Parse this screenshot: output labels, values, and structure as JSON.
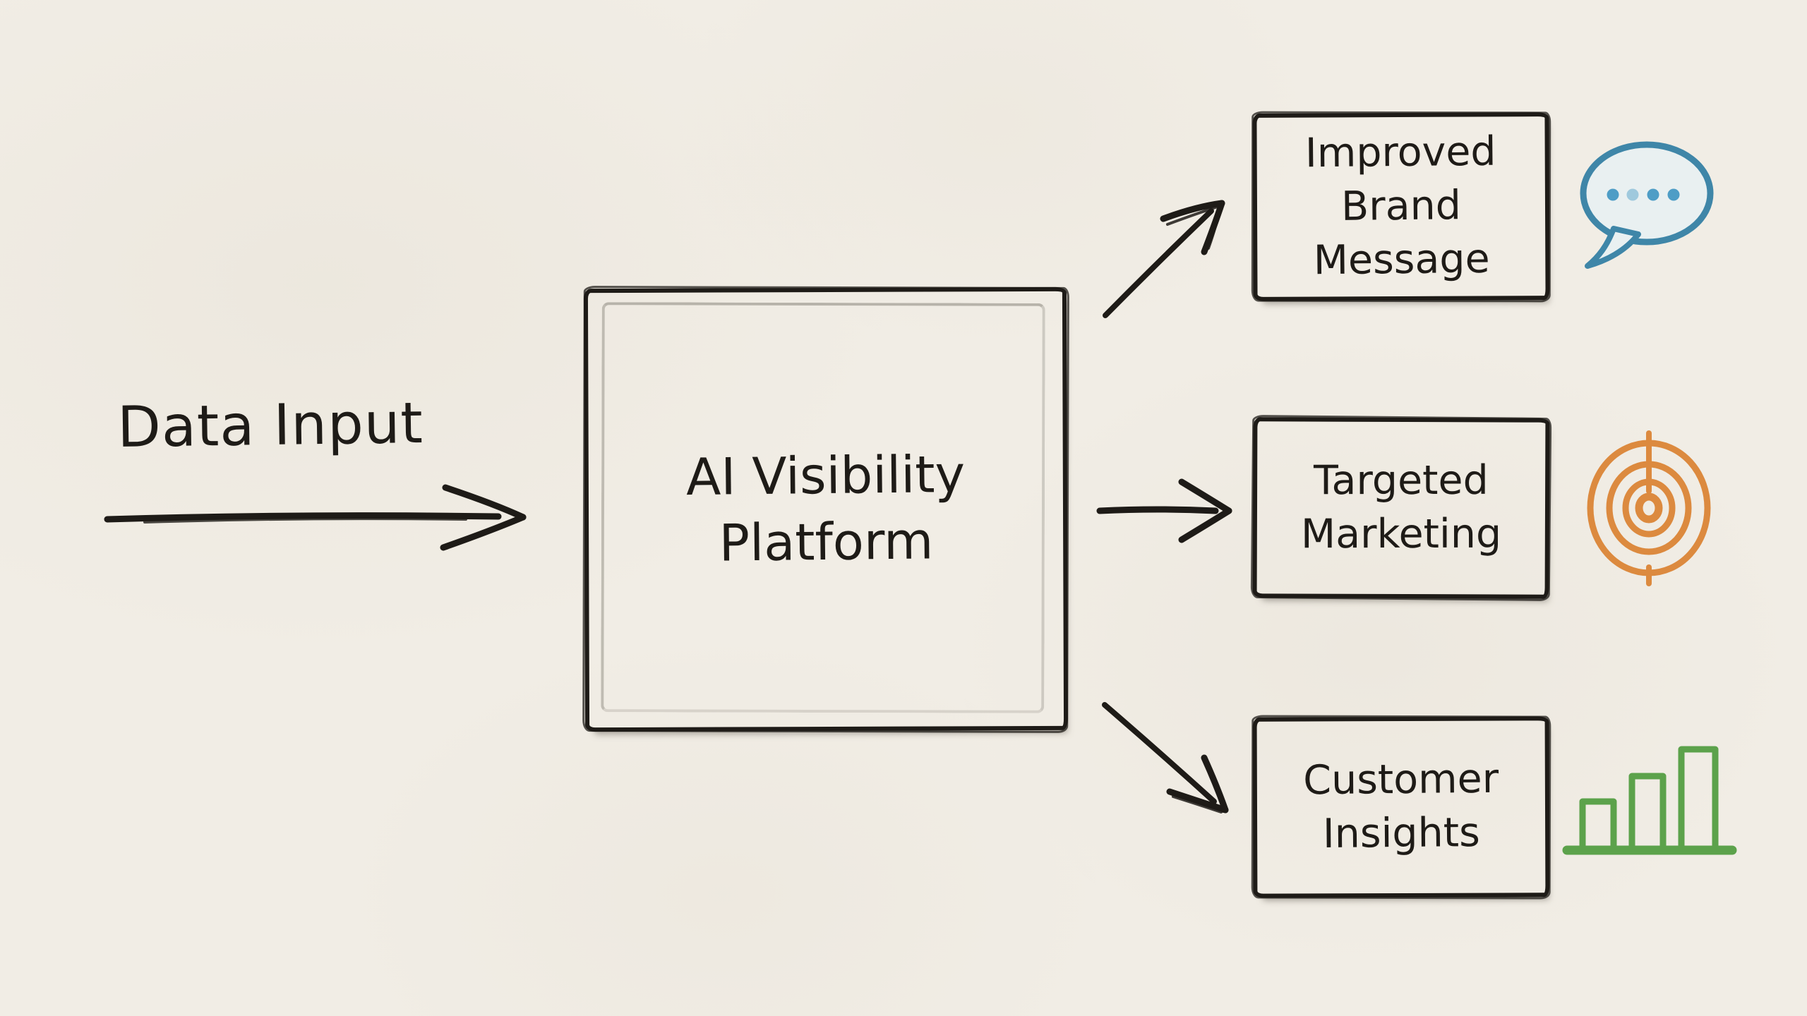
{
  "input": {
    "label": "Data Input"
  },
  "platform": {
    "label": "AI Visibility Platform"
  },
  "outputs": [
    {
      "label": "Improved Brand Message",
      "icon": "speech-bubble-icon",
      "icon_color": "#3F86A8"
    },
    {
      "label": "Targeted Marketing",
      "icon": "target-icon",
      "icon_color": "#DC8A3F"
    },
    {
      "label": "Customer Insights",
      "icon": "bar-chart-icon",
      "icon_color": "#5CA24B"
    }
  ],
  "connections": [
    {
      "from": "Data Input",
      "to": "AI Visibility Platform"
    },
    {
      "from": "AI Visibility Platform",
      "to": "Improved Brand Message"
    },
    {
      "from": "AI Visibility Platform",
      "to": "Targeted Marketing"
    },
    {
      "from": "AI Visibility Platform",
      "to": "Customer Insights"
    }
  ],
  "colors": {
    "paper": "#F1EDE5",
    "ink": "#1E1B17",
    "inner_stroke_gray": "#B7B3AA",
    "speech_bubble_blue": "#3F86A8",
    "speech_bubble_fill": "#E9F0F1",
    "target_orange": "#DC8A3F",
    "chart_green": "#5CA24B"
  }
}
